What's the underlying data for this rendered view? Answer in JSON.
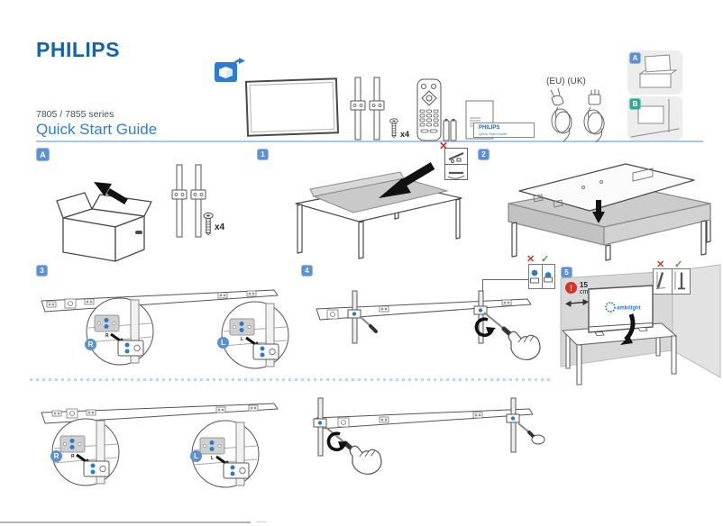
{
  "header": {
    "brand": "PHILIPS",
    "series": "7805 / 7855 series",
    "title": "Quick Start Guide"
  },
  "mount_options": {
    "stand": {
      "badge": "A"
    },
    "wall": {
      "badge": "B"
    }
  },
  "sections": {
    "unbox": {
      "badge": "A"
    },
    "step1": {
      "badge": "1"
    },
    "step2": {
      "badge": "2"
    },
    "step3": {
      "badge": "3",
      "right_label": "R",
      "left_label": "L"
    },
    "step4": {
      "badge": "4"
    },
    "step5": {
      "badge": "5",
      "distance_value": "15",
      "distance_unit": "cm",
      "screen_logo": "ambilight"
    },
    "alt3": {
      "right_label": "R",
      "left_label": "L"
    }
  },
  "labels": {
    "screw_count": "x4",
    "plug_types": "(EU) (UK)",
    "doc_brand": "PHILIPS",
    "doc_title": "Quick Start Guide",
    "warning_mark": "!",
    "plate_right": "R",
    "plate_left": "L"
  },
  "icons": {
    "cross": "✕",
    "check": "✓"
  },
  "colors": {
    "brand_blue": "#1464ad",
    "title_blue": "#2e7fd1",
    "badge_blue": "#5c90d4",
    "badge_teal": "#35a795",
    "dot_blue": "#2b7bc9",
    "warning_red": "#d0342c",
    "ok_green": "#3da33b",
    "rule_blue": "#a5c9ec"
  }
}
